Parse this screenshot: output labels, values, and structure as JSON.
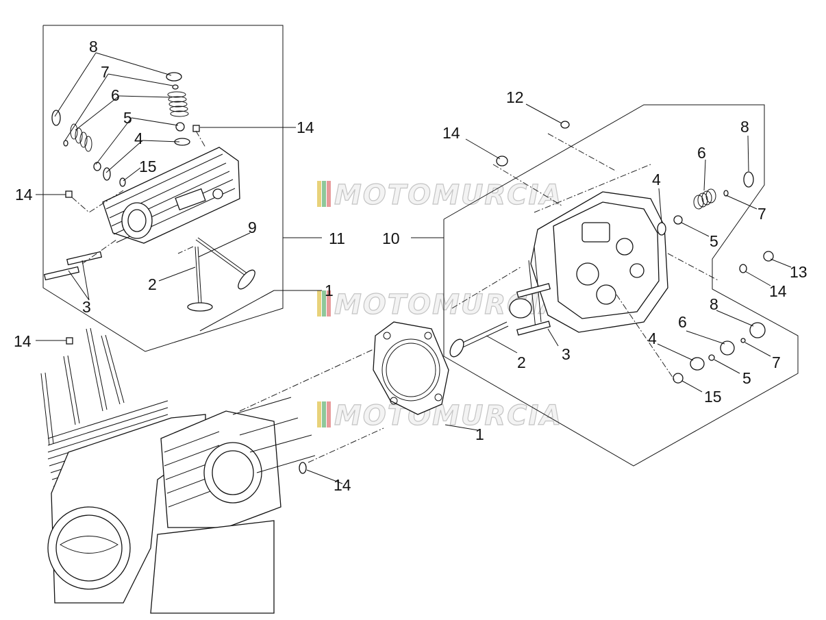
{
  "watermark": {
    "text": "MOTOMURCIA",
    "stripe_colors": [
      "#e8d27a",
      "#8fc79a",
      "#e89a9a"
    ]
  },
  "callouts": {
    "l8": "8",
    "l7": "7",
    "l6": "6",
    "l5": "5",
    "l4": "4",
    "l15": "15",
    "l14a": "14",
    "l14b": "14",
    "l9": "9",
    "l11": "11",
    "l2": "2",
    "l3": "3",
    "l1a": "1",
    "l14c": "14",
    "l12": "12",
    "l14d": "14",
    "l10": "10",
    "r4": "4",
    "r6": "6",
    "r8": "8",
    "r7": "7",
    "r5": "5",
    "r13": "13",
    "r14": "14",
    "r8b": "8",
    "r6b": "6",
    "r4b": "4",
    "r7b": "7",
    "r5b": "5",
    "r15": "15",
    "r2": "2",
    "r3": "3",
    "c1": "1",
    "c14": "14"
  }
}
